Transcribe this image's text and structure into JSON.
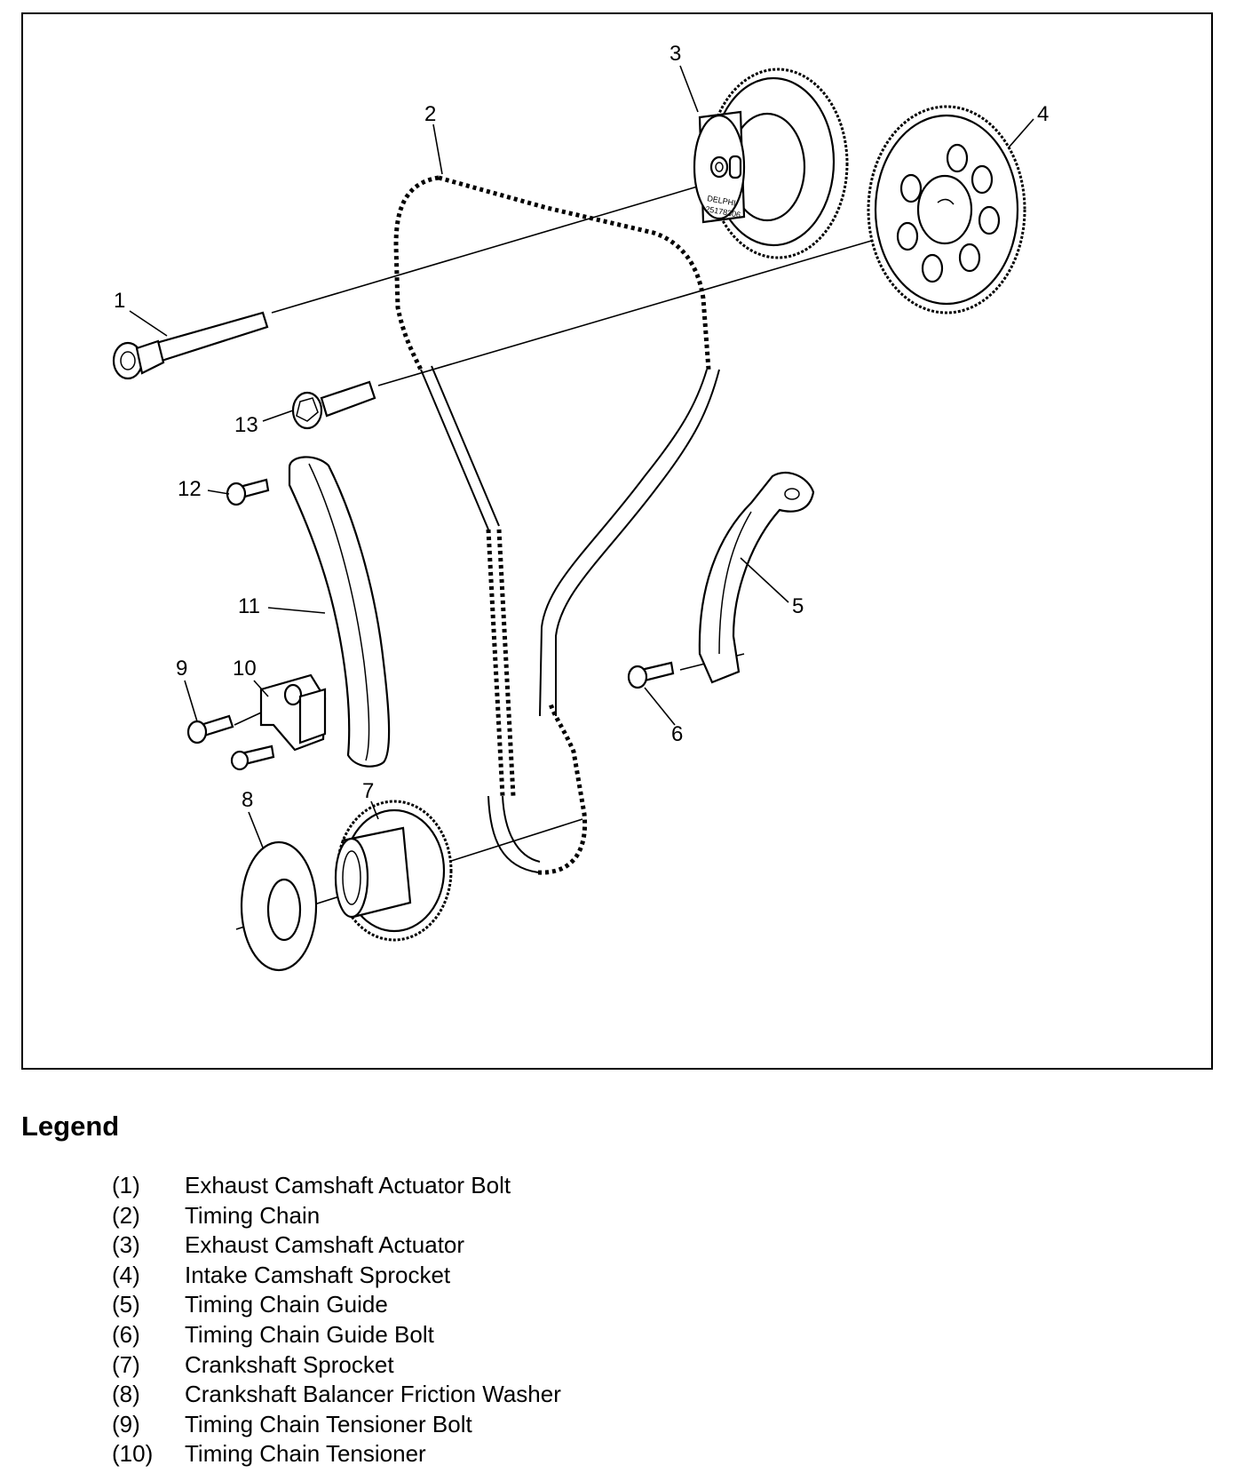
{
  "callouts": {
    "c1": "1",
    "c2": "2",
    "c3": "3",
    "c4": "4",
    "c5": "5",
    "c6": "6",
    "c7": "7",
    "c8": "8",
    "c9": "9",
    "c10": "10",
    "c11": "11",
    "c12": "12",
    "c13": "13"
  },
  "actuator_marking": {
    "brand": "DELPHI",
    "part_number": "25178306"
  },
  "legend": {
    "title": "Legend",
    "items": [
      {
        "num": "(1)",
        "label": "Exhaust Camshaft Actuator Bolt"
      },
      {
        "num": "(2)",
        "label": "Timing Chain"
      },
      {
        "num": "(3)",
        "label": "Exhaust Camshaft Actuator"
      },
      {
        "num": "(4)",
        "label": "Intake Camshaft Sprocket"
      },
      {
        "num": "(5)",
        "label": "Timing Chain Guide"
      },
      {
        "num": "(6)",
        "label": "Timing Chain Guide Bolt"
      },
      {
        "num": "(7)",
        "label": "Crankshaft Sprocket"
      },
      {
        "num": "(8)",
        "label": "Crankshaft Balancer Friction Washer"
      },
      {
        "num": "(9)",
        "label": "Timing Chain Tensioner Bolt"
      },
      {
        "num": "(10)",
        "label": "Timing Chain Tensioner"
      }
    ]
  }
}
